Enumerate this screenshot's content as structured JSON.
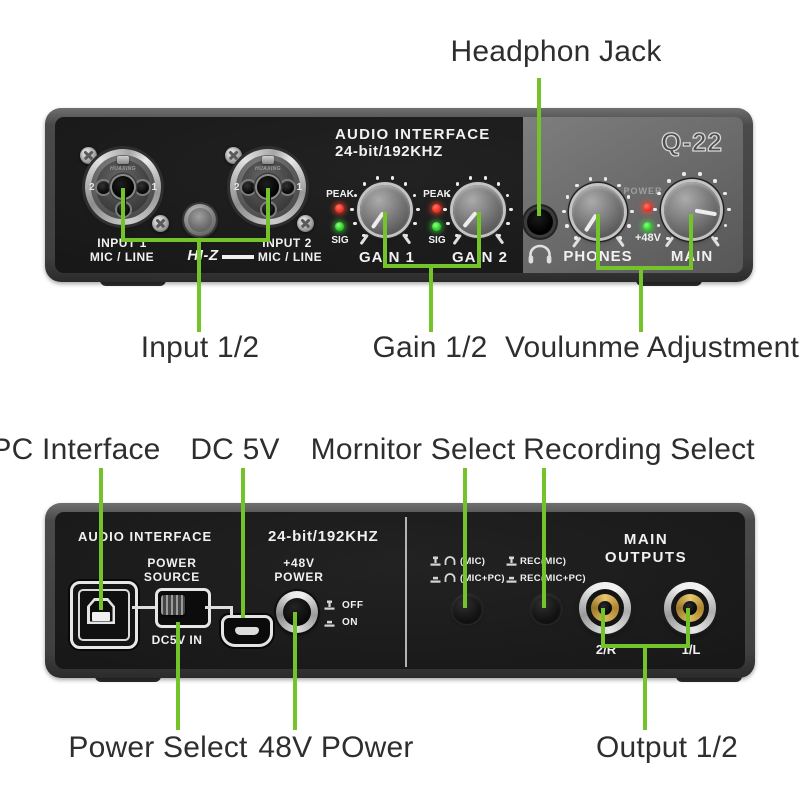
{
  "colors": {
    "annotation_green": "#75c32b",
    "led_red": "#ee2c1e",
    "led_green": "#27ce27"
  },
  "front": {
    "callout_headphone": "Headphon Jack",
    "callout_input": "Input 1/2",
    "callout_gain": "Gain 1/2",
    "callout_volume": "Voulunme Adjustment",
    "brand_line1": "AUDIO INTERFACE",
    "brand_line2": "24-bit/192KHZ",
    "model": "Q-22",
    "input1_line1": "INPUT 1",
    "input1_line2": "MIC / LINE",
    "hiz": "HI-Z",
    "input2_line1": "INPUT 2",
    "input2_line2": "MIC / LINE",
    "xlr_brand": "HUAXING",
    "xlr_pin_left": "2",
    "xlr_pin_right": "1",
    "peak": "PEAK",
    "sig": "SIG",
    "gain1": "GAIN 1",
    "gain2": "GAIN 2",
    "power": "POWER",
    "phantom": "+48V",
    "phones": "PHONES",
    "main": "MAIN"
  },
  "back": {
    "callout_pc": "PC Interface",
    "callout_dc": "DC 5V",
    "callout_monitor": "Mornitor Select",
    "callout_recording": "Recording Select",
    "callout_power_select": "Power Select",
    "callout_48v": "48V POwer",
    "callout_output": "Output 1/2",
    "brand_line1": "AUDIO INTERFACE",
    "brand_line2": "24-bit/192KHZ",
    "power_source_line1": "POWER",
    "power_source_line2": "SOURCE",
    "dc5v_in": "DC5V IN",
    "phantom_line1": "+48V",
    "phantom_line2": "POWER",
    "off": "OFF",
    "on": "ON",
    "monitor_mic": "(MIC)",
    "monitor_mic_pc": "(MIC+PC)",
    "rec_mic": "REC(MIC)",
    "rec_mic_pc": "REC(MIC+PC)",
    "outputs_line1": "MAIN",
    "outputs_line2": "OUTPUTS",
    "jack_2r": "2/R",
    "jack_1l": "1/L"
  }
}
